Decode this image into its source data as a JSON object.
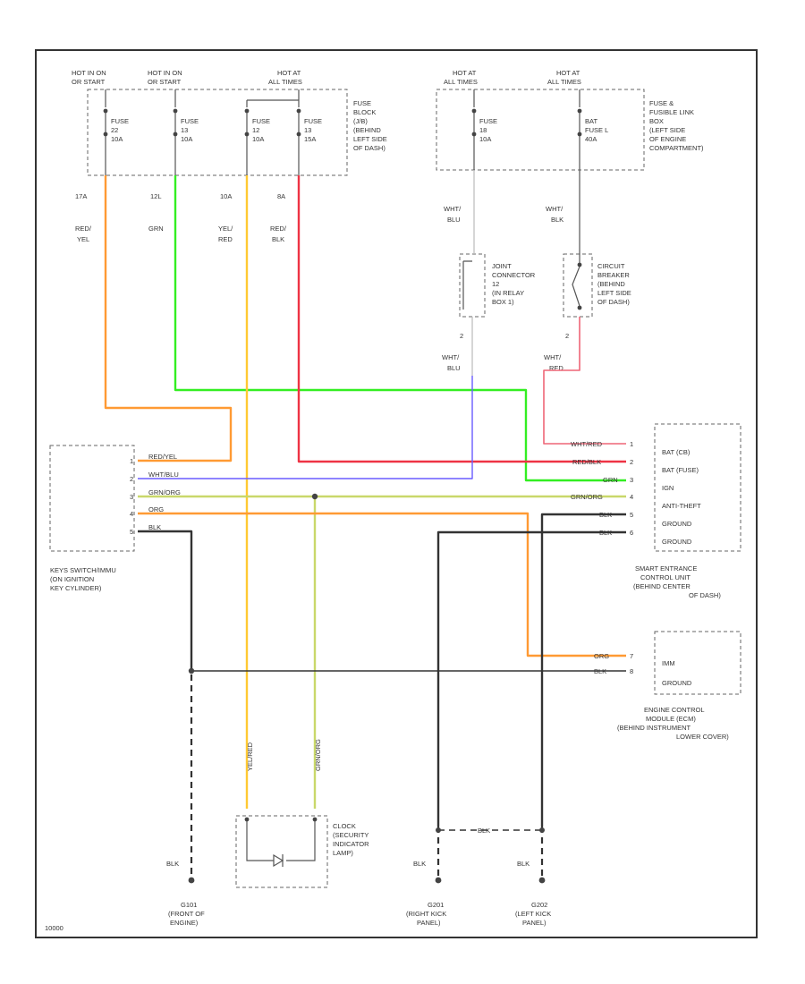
{
  "colors": {
    "orange": "#ff9a33",
    "green": "#33ee22",
    "yellow": "#ffc933",
    "red": "#ee3344",
    "blue": "#6a5cff",
    "lime": "#c9d86a",
    "gray": "#aaaaaa",
    "black": "#333333",
    "pink": "#ee6677"
  },
  "fuse_block": {
    "hot_labels": [
      [
        "HOT IN ON",
        "OR START"
      ],
      [
        "HOT IN ON",
        "OR START"
      ],
      [
        "HOT AT",
        "ALL TIMES"
      ]
    ],
    "fuses": [
      [
        "FUSE",
        "22",
        "10A"
      ],
      [
        "FUSE",
        "13",
        "10A"
      ],
      [
        "FUSE",
        "12",
        "10A"
      ],
      [
        "FUSE",
        "13",
        "15A"
      ]
    ],
    "desc": [
      "FUSE",
      "BLOCK",
      "(J/B)",
      "(BEHIND",
      "LEFT SIDE",
      "OF DASH)"
    ]
  },
  "fusible_box": {
    "hot_labels": [
      [
        "HOT AT",
        "ALL TIMES"
      ],
      [
        "HOT AT",
        "ALL TIMES"
      ]
    ],
    "fuses": [
      [
        "FUSE",
        "18",
        "10A"
      ],
      [
        "BAT",
        "FUSE L",
        "40A"
      ]
    ],
    "desc": [
      "FUSE &",
      "FUSIBLE LINK",
      "BOX",
      "(LEFT SIDE",
      "OF ENGINE",
      "COMPARTMENT)"
    ]
  },
  "wires_top": [
    {
      "circuit": "17A",
      "color": [
        "RED/",
        "YEL"
      ]
    },
    {
      "circuit": "12L",
      "color": [
        "GRN"
      ]
    },
    {
      "circuit": "10A",
      "color": [
        "YEL/",
        "RED"
      ]
    },
    {
      "circuit": "8A",
      "color": [
        "RED/",
        "BLK"
      ]
    }
  ],
  "right_wires": {
    "joint_top": [
      "WHT/",
      "BLU"
    ],
    "joint_bottom": [
      "WHT/",
      "BLU"
    ],
    "breaker_top": [
      "WHT/",
      "BLK"
    ],
    "breaker_bottom": [
      "WHT/",
      "RED"
    ],
    "joint_pin": "2",
    "breaker_pin": "2"
  },
  "joint_connector": [
    "JOINT",
    "CONNECTOR",
    "12",
    "(IN RELAY",
    "BOX 1)"
  ],
  "circuit_breaker": [
    "CIRCUIT",
    "BREAKER",
    "(BEHIND",
    "LEFT SIDE",
    "OF DASH)"
  ],
  "key_switch": {
    "pins": [
      "1",
      "2",
      "3",
      "4",
      "5"
    ],
    "wires": [
      "RED/YEL",
      "WHT/BLU",
      "GRN/ORG",
      "ORG",
      "BLK"
    ],
    "desc": [
      "KEYS SWITCH/IMMU",
      "(ON IGNITION",
      "KEY CYLINDER)"
    ]
  },
  "smart_unit": {
    "wires": [
      "WHT/RED",
      "RED/BLK",
      "GRN",
      "GRN/ORG",
      "BLK",
      "BLK"
    ],
    "pins": [
      "1",
      "2",
      "3",
      "4",
      "5",
      "6"
    ],
    "terminals": [
      "BAT (CB)",
      "BAT (FUSE)",
      "IGN",
      "ANTI-THEFT",
      "GROUND",
      "GROUND"
    ],
    "desc": [
      "SMART ENTRANCE",
      "CONTROL UNIT",
      "(BEHIND CENTER",
      "OF DASH)"
    ]
  },
  "ecm": {
    "wires": [
      "ORG",
      "BLK"
    ],
    "pins": [
      "7",
      "8"
    ],
    "terminals": [
      "IMM",
      "GROUND"
    ],
    "desc": [
      "ENGINE CONTROL",
      "MODULE (ECM)",
      "(BEHIND INSTRUMENT",
      "LOWER COVER)"
    ]
  },
  "clock": {
    "wire_left": "YEL/RED",
    "wire_right": "GRN/ORG",
    "desc": [
      "CLOCK",
      "(SECURITY",
      "INDICATOR",
      "LAMP)"
    ]
  },
  "grounds": [
    {
      "wire": "BLK",
      "desc": [
        "G101",
        "(FRONT OF",
        "ENGINE)"
      ]
    },
    {
      "wire": "BLK",
      "desc": [
        "G201",
        "(RIGHT KICK",
        "PANEL)"
      ]
    },
    {
      "wire": "BLK",
      "desc": [
        "G202",
        "(LEFT KICK",
        "PANEL)"
      ]
    }
  ],
  "ground_link_wire": "BLK",
  "figure_id": "10000"
}
